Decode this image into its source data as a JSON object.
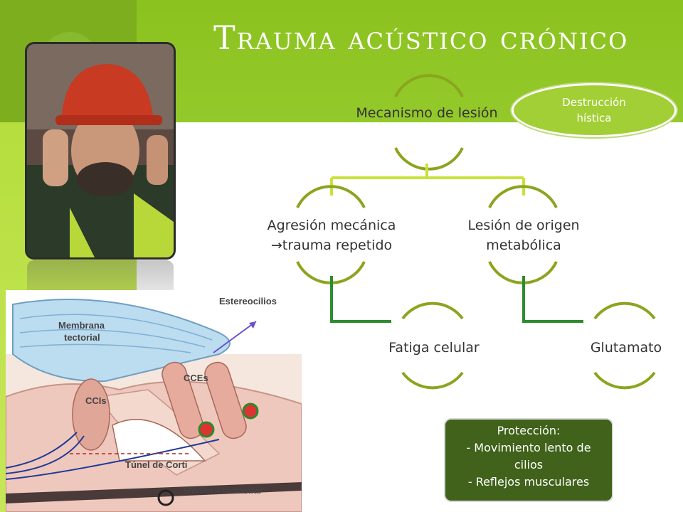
{
  "title": "Trauma acústico crónico",
  "diagram": {
    "root": "Mecanismo de lesión",
    "branches": [
      {
        "label": "Agresión mecánica →trauma repetido",
        "child": "Fatiga celular"
      },
      {
        "label": "Lesión de origen metabólica",
        "child": "Glutamato"
      }
    ]
  },
  "callouts": {
    "destruccion": "Destrucción hística",
    "proteccion": {
      "title": "Protección:",
      "lines": [
        "- Movimiento lento de cilios",
        "- Reflejos musculares"
      ]
    }
  },
  "cochlea_labels": {
    "estereocilios": "Estereocilios",
    "membrana_tectorial_1": "Membrana",
    "membrana_tectorial_2": "tectorial",
    "cces": "CCEs",
    "ccis": "CCIs",
    "tunel": "Túnel de Corti",
    "membrana_basilar": "Membrana basilar"
  },
  "colors": {
    "accent_green": "#8cc21f",
    "dark_green": "#40621a",
    "connector_light": "#c9e23a",
    "connector_dark": "#2e8b2e",
    "arc": "#8aa51e"
  }
}
